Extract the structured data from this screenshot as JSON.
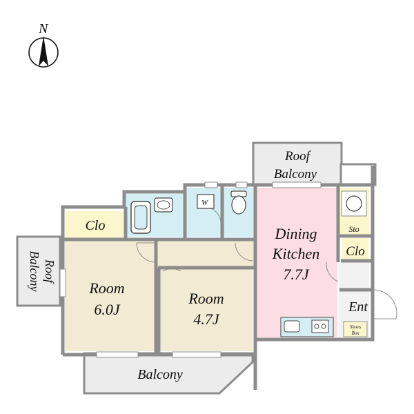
{
  "compass": {
    "label": "N",
    "icon": "north-arrow-icon"
  },
  "rooms": {
    "dining_kitchen": {
      "name_line1": "Dining",
      "name_line2": "Kitchen",
      "size": "7.7J"
    },
    "room_a": {
      "name": "Room",
      "size": "6.0J"
    },
    "room_b": {
      "name": "Room",
      "size": "4.7J"
    },
    "closet_main": {
      "name": "Clo"
    },
    "closet_small": {
      "name": "Clo"
    },
    "storage": {
      "name": "Sto"
    },
    "washer": {
      "name": "W"
    },
    "entrance": {
      "name": "Ent"
    },
    "shoes_box": {
      "line1": "Shoes",
      "line2": "Box"
    }
  },
  "balconies": {
    "roof_top": {
      "line1": "Roof",
      "line2": "Balcony"
    },
    "roof_left": {
      "line1": "Roof",
      "line2": "Balcony"
    },
    "bottom": {
      "name": "Balcony"
    }
  },
  "colors": {
    "wall": "#8c8c8c",
    "balcony": "#ececec",
    "room_floor": "#f2ead3",
    "kitchen_floor": "#fbdde3",
    "wet_area": "#d4eef3",
    "closet": "#fcf6cd",
    "entrance": "#f2f2f2"
  },
  "icons": [
    "bathtub-icon",
    "washbasin-icon",
    "toilet-icon",
    "washing-machine-icon",
    "stove-icon",
    "sink-icon"
  ]
}
